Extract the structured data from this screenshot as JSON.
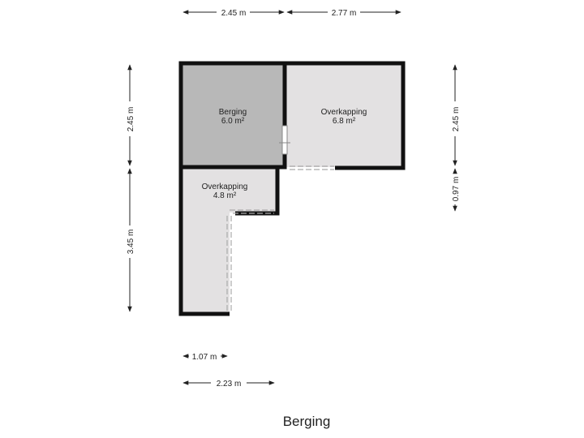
{
  "title": "Berging",
  "rooms": [
    {
      "name": "Berging",
      "area": "6.0 m²",
      "fill": "#b8b8b8"
    },
    {
      "name": "Overkapping",
      "area": "6.8 m²",
      "fill": "#e3e1e2"
    },
    {
      "name": "Overkapping",
      "area": "4.8 m²",
      "fill": "#e3e1e2"
    }
  ],
  "dimensions": {
    "top_left": "2.45 m",
    "top_right": "2.77 m",
    "left_upper": "2.45 m",
    "left_lower": "3.45 m",
    "right_upper": "2.45 m",
    "right_lower": "0.97 m",
    "bottom_short": "1.07 m",
    "bottom_long": "2.23 m"
  },
  "colors": {
    "wall": "#111111",
    "dimension_line": "#222222",
    "background": "#ffffff"
  }
}
